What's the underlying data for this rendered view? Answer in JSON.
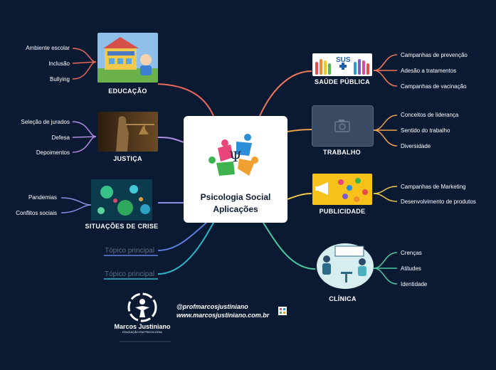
{
  "central": {
    "line1": "Psicologia Social",
    "line2": "Aplicações"
  },
  "left_branches": [
    {
      "title": "EDUCAÇÃO",
      "image": "school-illustration",
      "leaves": [
        "Ambiente escolar",
        "Inclusão",
        "Bullying"
      ],
      "color": "#e8695b"
    },
    {
      "title": "JUSTIÇA",
      "image": "justice-statue-photo",
      "leaves": [
        "Seleção de jurados",
        "Defesa",
        "Depoimentos"
      ],
      "color": "#b48ce6"
    },
    {
      "title": "SITUAÇÕES DE CRISE",
      "image": "virus-illustration",
      "leaves": [
        "Pandemias",
        "Conflitos sociais"
      ],
      "color": "#8f8de8"
    }
  ],
  "right_branches": [
    {
      "title": "SAÚDE PÚBLICA",
      "image": "sus-hands-logo",
      "leaves": [
        "Campanhas de prevenção",
        "Adesão a tratamentos",
        "Campanhas de vacinação"
      ],
      "color": "#f0785a"
    },
    {
      "title": "TRABALHO",
      "image": "camera-placeholder-icon",
      "leaves": [
        "Conceitos de liderança",
        "Sentido do trabalho",
        "Diversidade"
      ],
      "color": "#f0a04a"
    },
    {
      "title": "PUBLICIDADE",
      "image": "advertising-illustration",
      "leaves": [
        "Campanhas de Marketing",
        "Desenvolvimento de produtos"
      ],
      "color": "#f0c94a"
    },
    {
      "title": "CLÍNICA",
      "image": "therapy-session-illustration",
      "leaves": [
        "Crenças",
        "Atitudes",
        "Identidade"
      ],
      "color": "#4cc9a0"
    }
  ],
  "placeholders": [
    "Tópico principal",
    "Tópico principal"
  ],
  "placeholder_colors": [
    "#5f7fe0",
    "#2cb7c9"
  ],
  "footer": {
    "handle": "@profmarcosjustiniano",
    "website": "www.marcosjustiniano.com.br",
    "brand_name": "Marcos Justiniano",
    "brand_tagline": "EDUCAÇÃO EM PSICOLOGIA"
  }
}
